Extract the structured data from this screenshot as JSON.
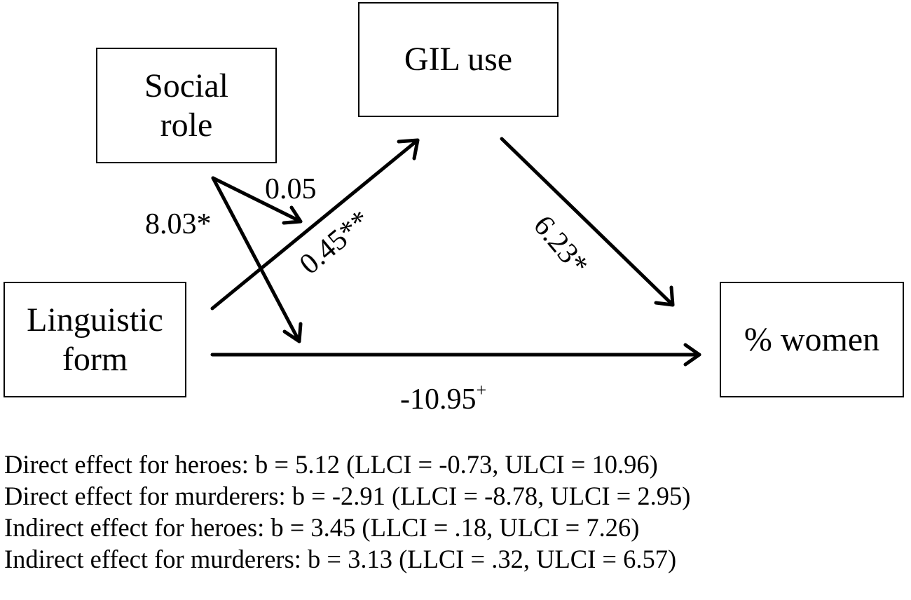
{
  "nodes": {
    "social_role": "Social\nrole",
    "gil_use": "GIL use",
    "linguistic_form": "Linguistic\nform",
    "women": "% women"
  },
  "paths": {
    "social_to_gil": "0.05",
    "social_to_direct": "8.03*",
    "form_to_gil": "0.45**",
    "gil_to_women": "6.23*",
    "form_to_women": "-10.95",
    "form_to_women_sup": "+"
  },
  "effects": [
    "Direct effect for heroes: b = 5.12 (LLCI = -0.73, ULCI = 10.96)",
    "Direct effect for murderers: b = -2.91 (LLCI = -8.78, ULCI = 2.95)",
    "Indirect effect for heroes: b = 3.45 (LLCI = .18, ULCI = 7.26)",
    "Indirect effect for murderers: b = 3.13 (LLCI = .32, ULCI = 6.57)"
  ],
  "colors": {
    "line": "#000000",
    "background": "#ffffff"
  }
}
